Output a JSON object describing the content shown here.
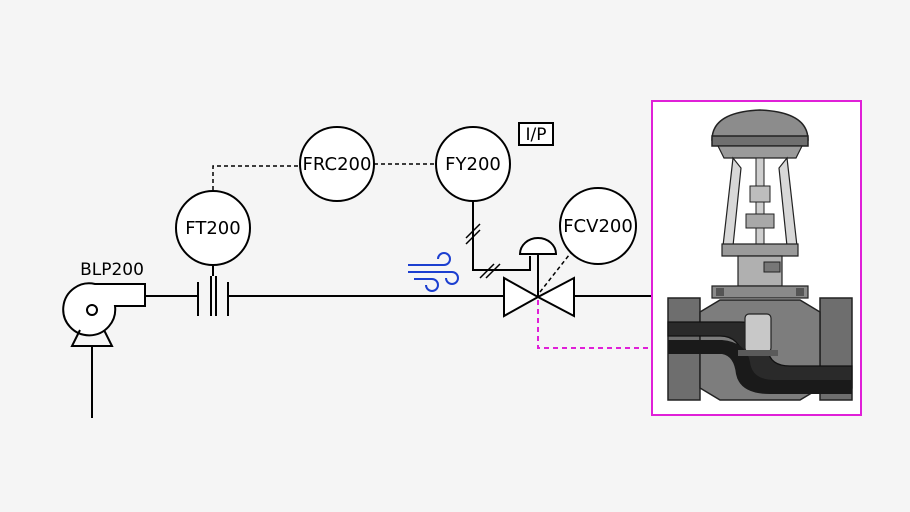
{
  "diagram": {
    "pump": {
      "tag": "BLP200"
    },
    "instruments": [
      {
        "tag": "FT200"
      },
      {
        "tag": "FRC200"
      },
      {
        "tag": "FY200"
      },
      {
        "tag": "FCV200"
      }
    ],
    "converter": {
      "label": "I/P"
    },
    "air_symbol": "air-supply-icon",
    "colors": {
      "line": "#000000",
      "highlight": "#e020d8",
      "air": "#1c3fd0",
      "background": "#f5f5f5"
    }
  }
}
